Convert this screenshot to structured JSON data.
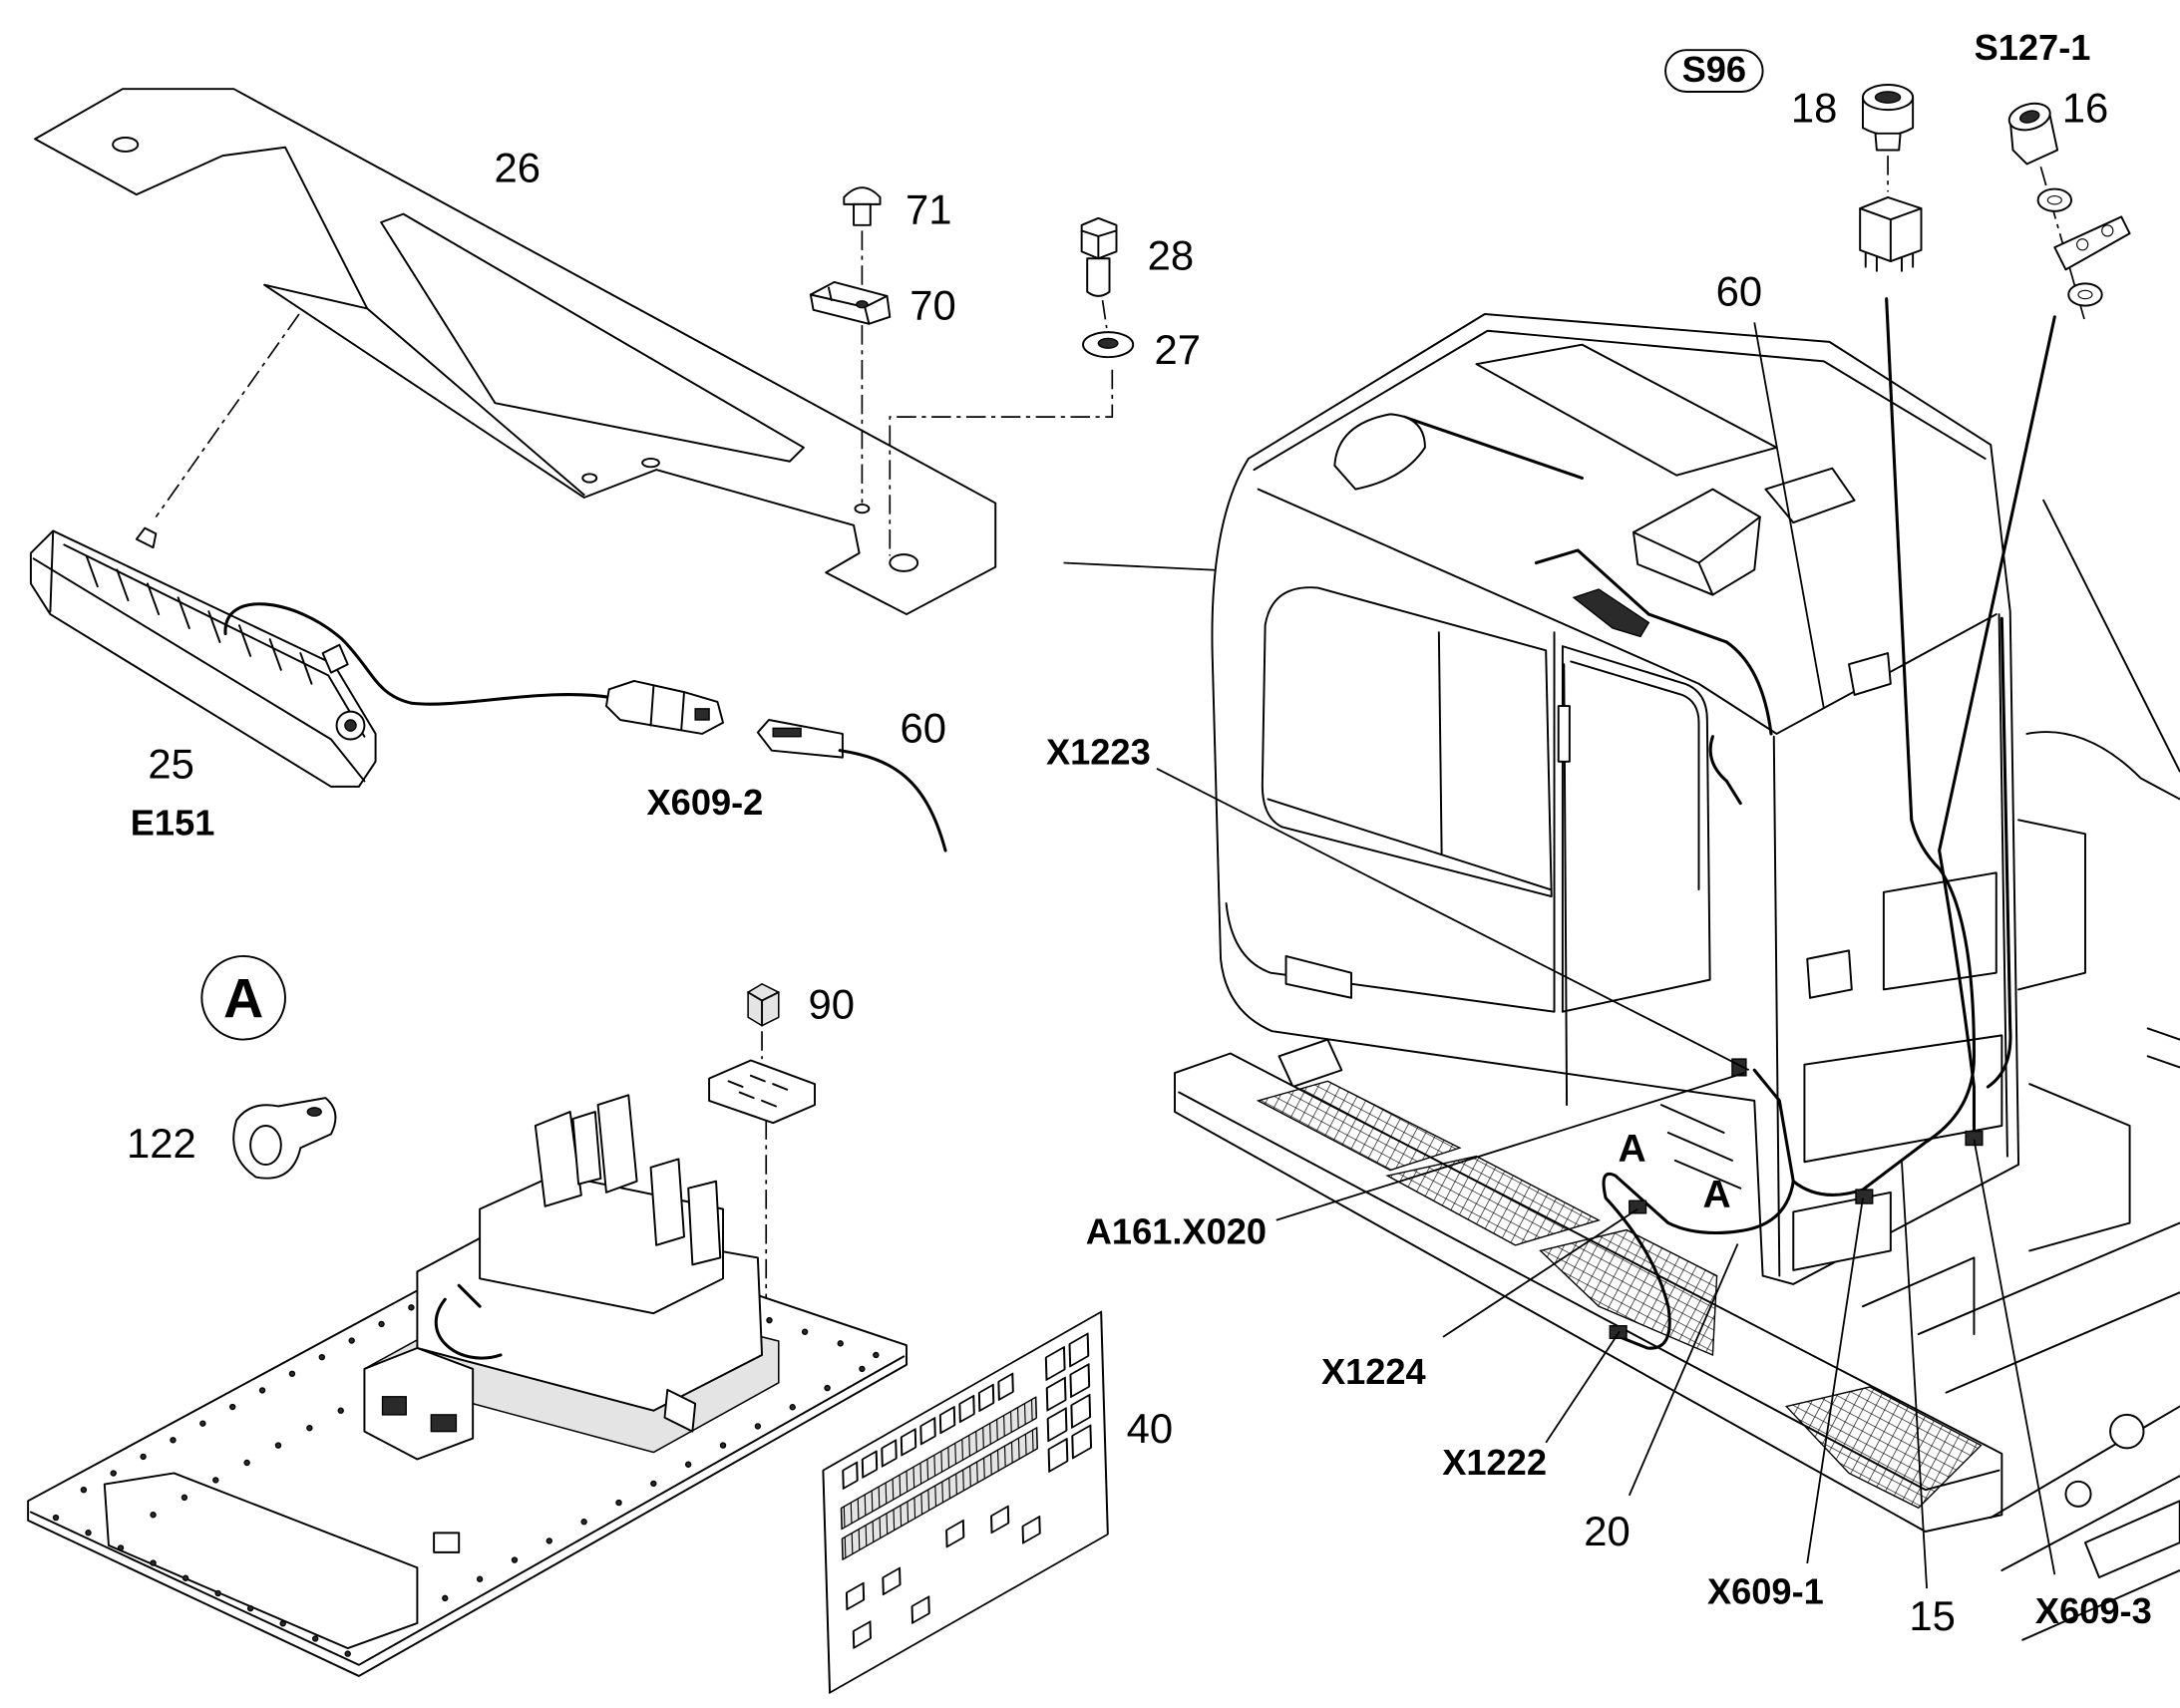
{
  "part_numbers": {
    "bracket": "26",
    "screw": "71",
    "bolt": "28",
    "clip_nut": "70",
    "washer": "27",
    "work_lamp": "25",
    "cable_lamp": "60",
    "cable_cab": "60",
    "switch_s96": "18",
    "switch_s127": "16",
    "relay_holder": "90",
    "hose_clamp": "122",
    "relay_board": "40",
    "harness_20": "20",
    "harness_15": "15"
  },
  "designations": {
    "lamp": "E151",
    "switch_s96": "S96",
    "switch_s127": "S127-1",
    "connector_x609_2": "X609-2",
    "connector_x1223": "X1223",
    "connector_a161": "A161.X020",
    "connector_x1224": "X1224",
    "connector_x1222": "X1222",
    "connector_x609_1": "X609-1",
    "connector_x609_3": "X609-3"
  },
  "detail_view": {
    "title": "A",
    "cab_marker_upper": "A",
    "cab_marker_lower": "A"
  }
}
